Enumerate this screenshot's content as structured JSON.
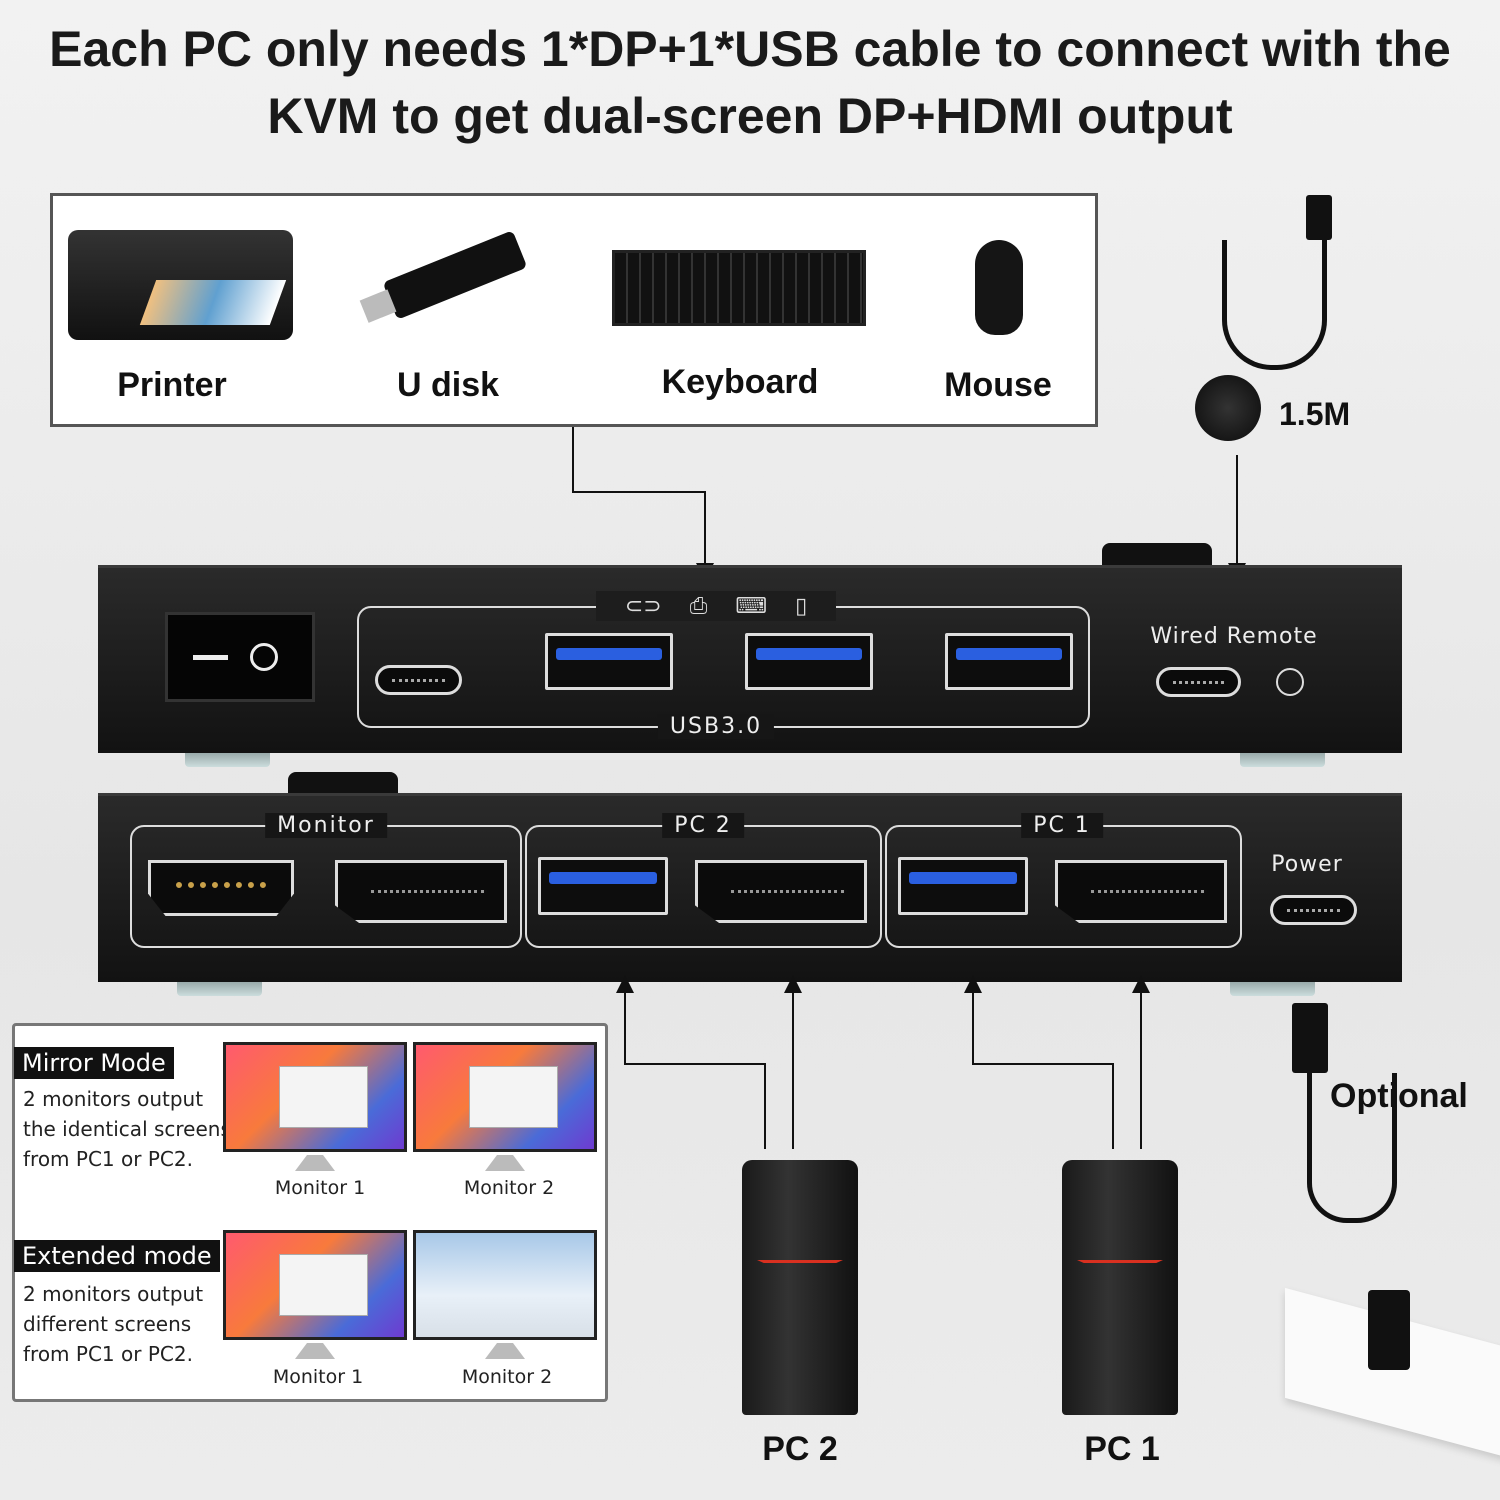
{
  "title": {
    "line1": "Each PC only needs 1*DP+1*USB cable to connect with the",
    "line2": "KVM to get dual-screen DP+HDMI output"
  },
  "peripherals": [
    {
      "label": "Printer",
      "icon": "printer-icon"
    },
    {
      "label": "U disk",
      "icon": "usb-drive-icon"
    },
    {
      "label": "Keyboard",
      "icon": "keyboard-icon"
    },
    {
      "label": "Mouse",
      "icon": "mouse-icon"
    }
  ],
  "remote": {
    "cable_length": "1.5M"
  },
  "kvm_top": {
    "usb_group_label": "USB3.0",
    "wired_remote_label": "Wired Remote",
    "port_icons": [
      "usb-drive-icon",
      "printer-icon",
      "keyboard-icon",
      "mouse-icon"
    ]
  },
  "kvm_bottom": {
    "monitor_label": "Monitor",
    "pc2_label": "PC 2",
    "pc1_label": "PC 1",
    "power_label": "Power"
  },
  "modes": {
    "mirror": {
      "title": "Mirror Mode",
      "lines": [
        "2 monitors output",
        "the identical screens",
        "from PC1 or PC2."
      ],
      "monitors": [
        "Monitor 1",
        "Monitor 2"
      ]
    },
    "extended": {
      "title": "Extended mode",
      "lines": [
        "2 monitors output",
        "different screens",
        "from PC1 or PC2."
      ],
      "monitors": [
        "Monitor 1",
        "Monitor 2"
      ]
    }
  },
  "pcs": {
    "pc2": "PC 2",
    "pc1": "PC 1"
  },
  "optional_label": "Optional",
  "colors": {
    "usb_blue": "#2a5fe0",
    "kvm_body": "#1a1a1a",
    "accent_red": "#d93020"
  }
}
